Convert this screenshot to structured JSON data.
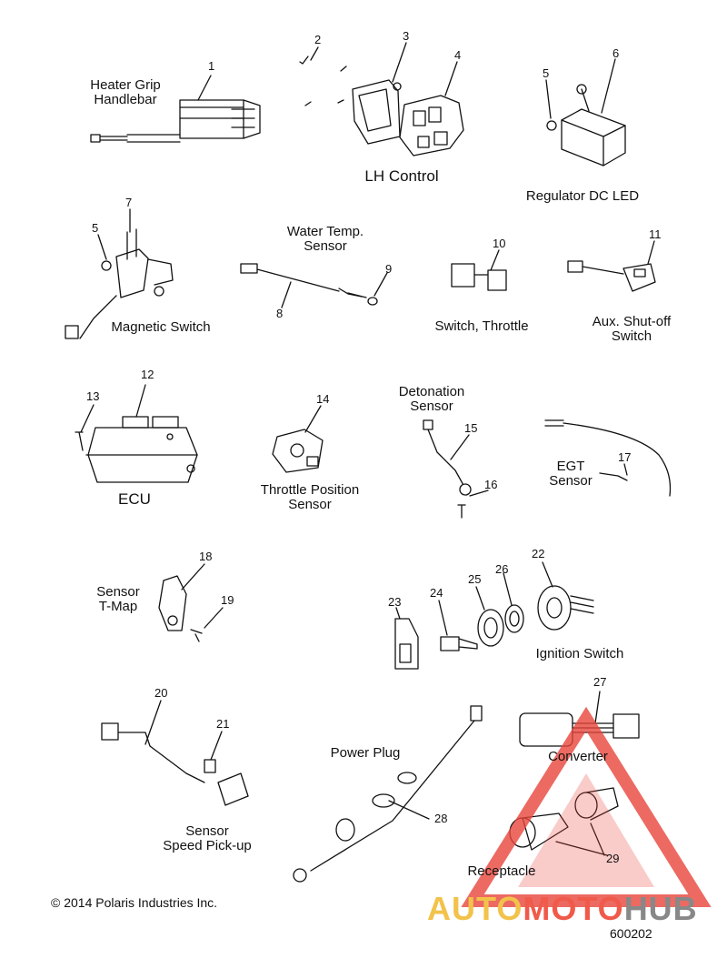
{
  "labels": {
    "heater_grip": [
      "Heater Grip",
      "Handlebar"
    ],
    "lh_control": "LH Control",
    "regulator": "Regulator DC LED",
    "water_temp": [
      "Water Temp.",
      "Sensor"
    ],
    "magnetic_switch": "Magnetic Switch",
    "switch_throttle": "Switch, Throttle",
    "aux_shutoff": [
      "Aux. Shut-off",
      "Switch"
    ],
    "detonation": [
      "Detonation",
      "Sensor"
    ],
    "egt": [
      "EGT",
      "Sensor"
    ],
    "ecu": "ECU",
    "tps": [
      "Throttle Position",
      "Sensor"
    ],
    "tmap": [
      "Sensor",
      "T-Map"
    ],
    "ignition": "Ignition Switch",
    "power_plug": "Power Plug",
    "converter": "Converter",
    "speed_pickup": [
      "Sensor",
      "Speed Pick-up"
    ],
    "receptacle": "Receptacle"
  },
  "callouts": {
    "n1": "1",
    "n2": "2",
    "n3": "3",
    "n4": "4",
    "n5a": "5",
    "n5b": "5",
    "n6": "6",
    "n7": "7",
    "n8": "8",
    "n9": "9",
    "n10": "10",
    "n11": "11",
    "n12": "12",
    "n13": "13",
    "n14": "14",
    "n15": "15",
    "n16": "16",
    "n17": "17",
    "n18": "18",
    "n19": "19",
    "n20": "20",
    "n21": "21",
    "n22": "22",
    "n23": "23",
    "n24": "24",
    "n25": "25",
    "n26": "26",
    "n27": "27",
    "n28": "28",
    "n29": "29"
  },
  "footer": {
    "copyright": "© 2014 Polaris Industries Inc.",
    "code": "600202"
  },
  "watermark": {
    "part1": "AUTO",
    "part2": "MOTO",
    "part3": "HUB"
  },
  "colors": {
    "ink": "#111111",
    "watermark_red": "#e8453c",
    "watermark_yellow": "#f2c24a",
    "watermark_gray": "#888888"
  }
}
